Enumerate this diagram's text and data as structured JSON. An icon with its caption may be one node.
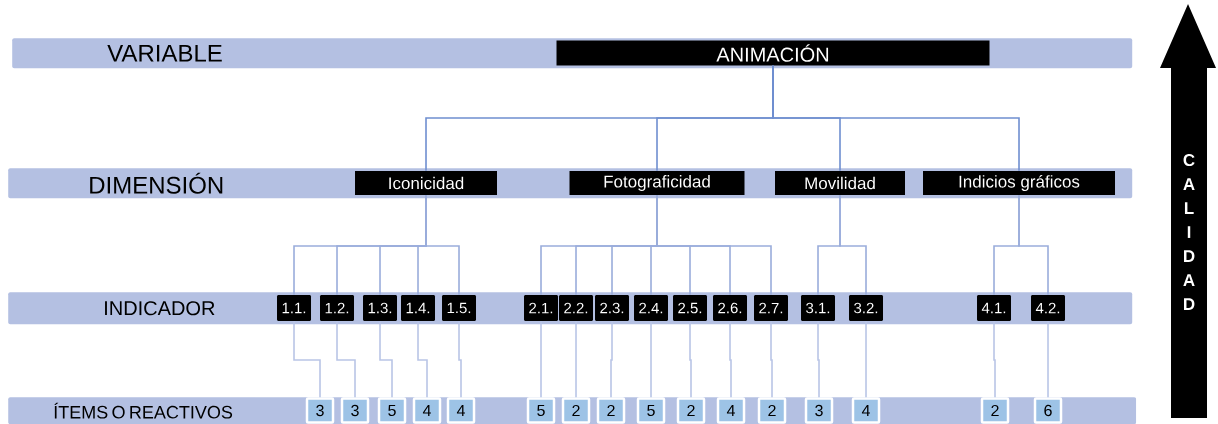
{
  "diagram": {
    "nodes": [
      {
        "text": [
          "VARIABLE"
        ]
      },
      {
        "text": [
          "ANIMACIÓN"
        ],
        "in": 0
      },
      {
        "text": [
          "DIMENSIÓN"
        ]
      },
      {
        "text": [
          "Iconicidad"
        ],
        "in": 2
      },
      {
        "text": [
          "Fotograficidad"
        ],
        "in": 2
      },
      {
        "text": [
          "Movilidad"
        ],
        "in": 2
      },
      {
        "text": [
          "Indicios gráficos"
        ],
        "in": 2
      },
      {
        "text": [
          "INDICADOR"
        ]
      },
      {
        "text": [
          "1.1."
        ],
        "in": 7
      },
      {
        "text": [
          "1.2."
        ],
        "in": 7
      },
      {
        "text": [
          "1.3."
        ],
        "in": 7
      },
      {
        "text": [
          "1.4."
        ],
        "in": 7
      },
      {
        "text": [
          "1.5."
        ],
        "in": 7
      },
      {
        "text": [
          "2.1."
        ],
        "in": 7
      },
      {
        "text": [
          "2.2."
        ],
        "in": 7
      },
      {
        "text": [
          "2.3."
        ],
        "in": 7
      },
      {
        "text": [
          "2.4."
        ],
        "in": 7
      },
      {
        "text": [
          "2.5."
        ],
        "in": 7
      },
      {
        "text": [
          "2.6."
        ],
        "in": 7
      },
      {
        "text": [
          "2.7."
        ],
        "in": 7
      },
      {
        "text": [
          "3.1."
        ],
        "in": 7
      },
      {
        "text": [
          "3.2."
        ],
        "in": 7
      },
      {
        "text": [
          "4.1."
        ],
        "in": 7
      },
      {
        "text": [
          "4.2."
        ],
        "in": 7
      },
      {
        "text": [
          "ÍTEMS O REACTIVOS"
        ]
      },
      {
        "text": [
          "3"
        ],
        "in": 24
      },
      {
        "text": [
          "3"
        ],
        "in": 24
      },
      {
        "text": [
          "5"
        ],
        "in": 24
      },
      {
        "text": [
          "4"
        ],
        "in": 24
      },
      {
        "text": [
          "4"
        ],
        "in": 24
      },
      {
        "text": [
          "5"
        ],
        "in": 24
      },
      {
        "text": [
          "2"
        ],
        "in": 24
      },
      {
        "text": [
          "2"
        ],
        "in": 24
      },
      {
        "text": [
          "5"
        ],
        "in": 24
      },
      {
        "text": [
          "2"
        ],
        "in": 24
      },
      {
        "text": [
          "4"
        ],
        "in": 24
      },
      {
        "text": [
          "2"
        ],
        "in": 24
      },
      {
        "text": [
          "3"
        ],
        "in": 24
      },
      {
        "text": [
          "4"
        ],
        "in": 24
      },
      {
        "text": [
          "2"
        ],
        "in": 24
      },
      {
        "text": [
          "6"
        ],
        "in": 24
      },
      {
        "text": [
          "CALIDAD"
        ]
      }
    ],
    "edges": [
      {
        "from": 1,
        "to": 3,
        "arrow": "none",
        "color": "#6f8fd0"
      },
      {
        "from": 1,
        "to": 4,
        "arrow": "none",
        "color": "#6f8fd0"
      },
      {
        "from": 1,
        "to": 5,
        "arrow": "none",
        "color": "#6f8fd0"
      },
      {
        "from": 1,
        "to": 6,
        "arrow": "none",
        "color": "#6f8fd0"
      },
      {
        "from": 3,
        "to": 8,
        "arrow": "none"
      },
      {
        "from": 3,
        "to": 9,
        "arrow": "none"
      },
      {
        "from": 3,
        "to": 10,
        "arrow": "none"
      },
      {
        "from": 3,
        "to": 11,
        "arrow": "none"
      },
      {
        "from": 3,
        "to": 12,
        "arrow": "none"
      },
      {
        "from": 4,
        "to": 13,
        "arrow": "none"
      },
      {
        "from": 4,
        "to": 14,
        "arrow": "none"
      },
      {
        "from": 4,
        "to": 15,
        "arrow": "none"
      },
      {
        "from": 4,
        "to": 16,
        "arrow": "none"
      },
      {
        "from": 4,
        "to": 17,
        "arrow": "none"
      },
      {
        "from": 4,
        "to": 18,
        "arrow": "none"
      },
      {
        "from": 4,
        "to": 19,
        "arrow": "none"
      },
      {
        "from": 5,
        "to": 20,
        "arrow": "none"
      },
      {
        "from": 5,
        "to": 21,
        "arrow": "none"
      },
      {
        "from": 6,
        "to": 22,
        "arrow": "none"
      },
      {
        "from": 6,
        "to": 23,
        "arrow": "none"
      },
      {
        "from": 8,
        "to": 25,
        "arrow": "none",
        "color": "#b9c5e6"
      },
      {
        "from": 9,
        "to": 26,
        "arrow": "none",
        "color": "#b9c5e6"
      },
      {
        "from": 10,
        "to": 27,
        "arrow": "none",
        "color": "#b9c5e6"
      },
      {
        "from": 11,
        "to": 28,
        "arrow": "none",
        "color": "#b9c5e6"
      },
      {
        "from": 12,
        "to": 29,
        "arrow": "none",
        "color": "#b9c5e6"
      },
      {
        "from": 13,
        "to": 30,
        "arrow": "none",
        "color": "#b9c5e6"
      },
      {
        "from": 14,
        "to": 31,
        "arrow": "none",
        "color": "#b9c5e6"
      },
      {
        "from": 15,
        "to": 32,
        "arrow": "none",
        "color": "#b9c5e6"
      },
      {
        "from": 16,
        "to": 33,
        "arrow": "none",
        "color": "#b9c5e6"
      },
      {
        "from": 17,
        "to": 34,
        "arrow": "none",
        "color": "#b9c5e6"
      },
      {
        "from": 18,
        "to": 35,
        "arrow": "none",
        "color": "#b9c5e6"
      },
      {
        "from": 19,
        "to": 36,
        "arrow": "none",
        "color": "#b9c5e6"
      },
      {
        "from": 20,
        "to": 37,
        "arrow": "none",
        "color": "#b9c5e6"
      },
      {
        "from": 21,
        "to": 38,
        "arrow": "none",
        "color": "#b9c5e6"
      },
      {
        "from": 22,
        "to": 39,
        "arrow": "none",
        "color": "#b9c5e6"
      },
      {
        "from": 23,
        "to": 40,
        "arrow": "none",
        "color": "#b9c5e6"
      }
    ]
  }
}
